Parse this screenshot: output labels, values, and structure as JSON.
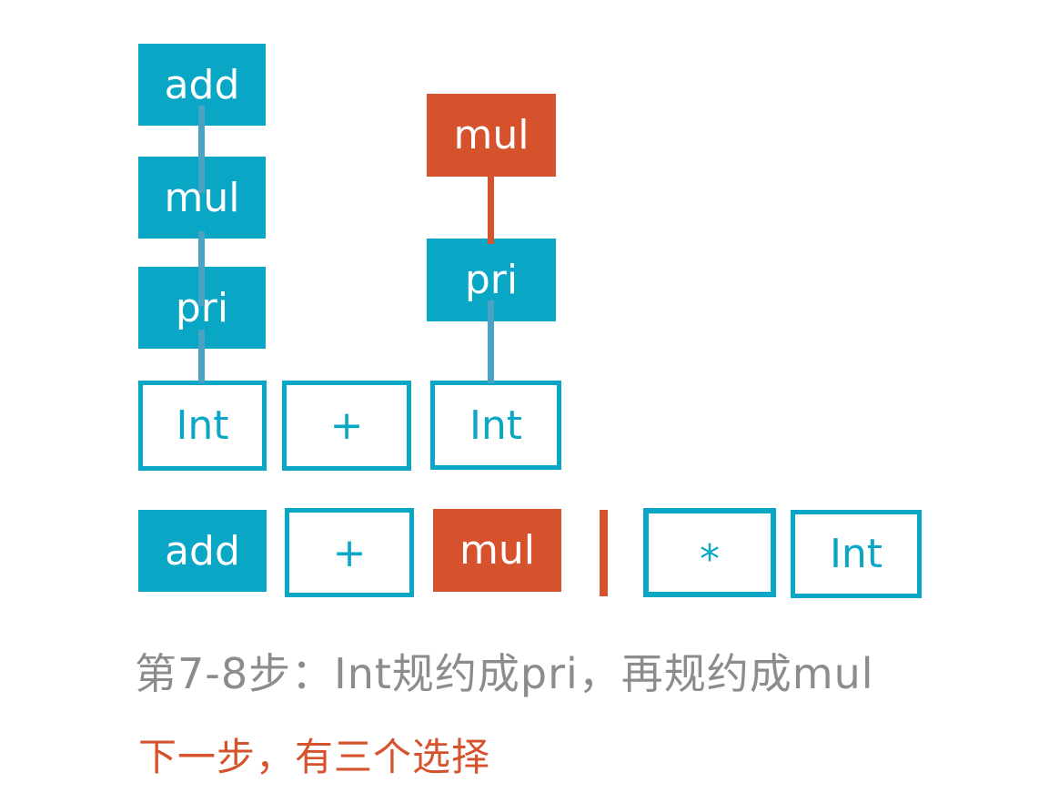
{
  "colors": {
    "teal": "#0aa6c5",
    "orange": "#d5522d",
    "edge_blue": "#4aa3c3",
    "caption_gray": "#8c8c8c"
  },
  "left_tree": {
    "nodes": [
      {
        "label": "add"
      },
      {
        "label": "mul"
      },
      {
        "label": "pri"
      },
      {
        "label": "Int"
      }
    ]
  },
  "mid_token": {
    "label": "+"
  },
  "right_tree": {
    "nodes": [
      {
        "label": "mul"
      },
      {
        "label": "pri"
      },
      {
        "label": "Int"
      }
    ]
  },
  "stack_row": {
    "tokens": [
      {
        "label": "add"
      },
      {
        "label": "+"
      },
      {
        "label": "mul"
      },
      {
        "label": "*"
      },
      {
        "label": "Int"
      }
    ]
  },
  "captions": {
    "step_line": "第7-8步：Int规约成pri，再规约成mul",
    "next_line": "下一步，有三个选择"
  }
}
